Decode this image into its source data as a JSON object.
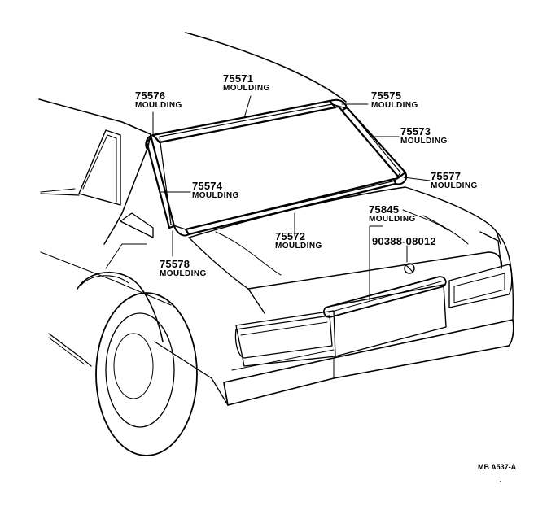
{
  "callouts": {
    "c75576": {
      "part_no": "75576",
      "name": "MOULDING"
    },
    "c75571": {
      "part_no": "75571",
      "name": "MOULDING"
    },
    "c75575": {
      "part_no": "75575",
      "name": "MOULDING"
    },
    "c75573": {
      "part_no": "75573",
      "name": "MOULDING"
    },
    "c75574": {
      "part_no": "75574",
      "name": "MOULDING"
    },
    "c75577": {
      "part_no": "75577",
      "name": "MOULDING"
    },
    "c75845": {
      "part_no": "75845",
      "name": "MOULDING"
    },
    "c90388": {
      "part_no": "90388-08012",
      "name": ""
    },
    "c75572": {
      "part_no": "75572",
      "name": "MOULDING"
    },
    "c75578": {
      "part_no": "75578",
      "name": "MOULDING"
    }
  },
  "figure_ref": "MB A537-A",
  "colors": {
    "ink": "#000000",
    "paper": "#ffffff"
  }
}
